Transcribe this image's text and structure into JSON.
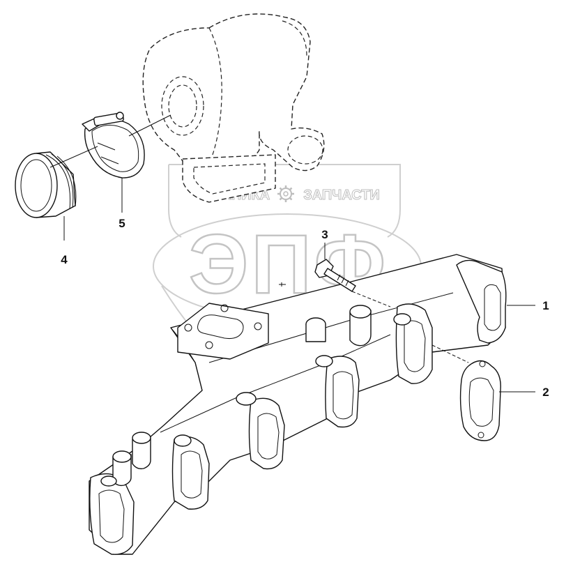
{
  "watermark": {
    "top_left_text": "ТЕХНИКА",
    "top_right_text": "ЗАПЧАСТИ",
    "monogram": "ЭПФ",
    "gear_icon": "gear-icon"
  },
  "callouts": [
    {
      "id": "1",
      "label": "1"
    },
    {
      "id": "2",
      "label": "2"
    },
    {
      "id": "3",
      "label": "3"
    },
    {
      "id": "4",
      "label": "4"
    },
    {
      "id": "5",
      "label": "5"
    }
  ],
  "colors": {
    "line": "#111111",
    "watermark": "#cfcfcf"
  }
}
